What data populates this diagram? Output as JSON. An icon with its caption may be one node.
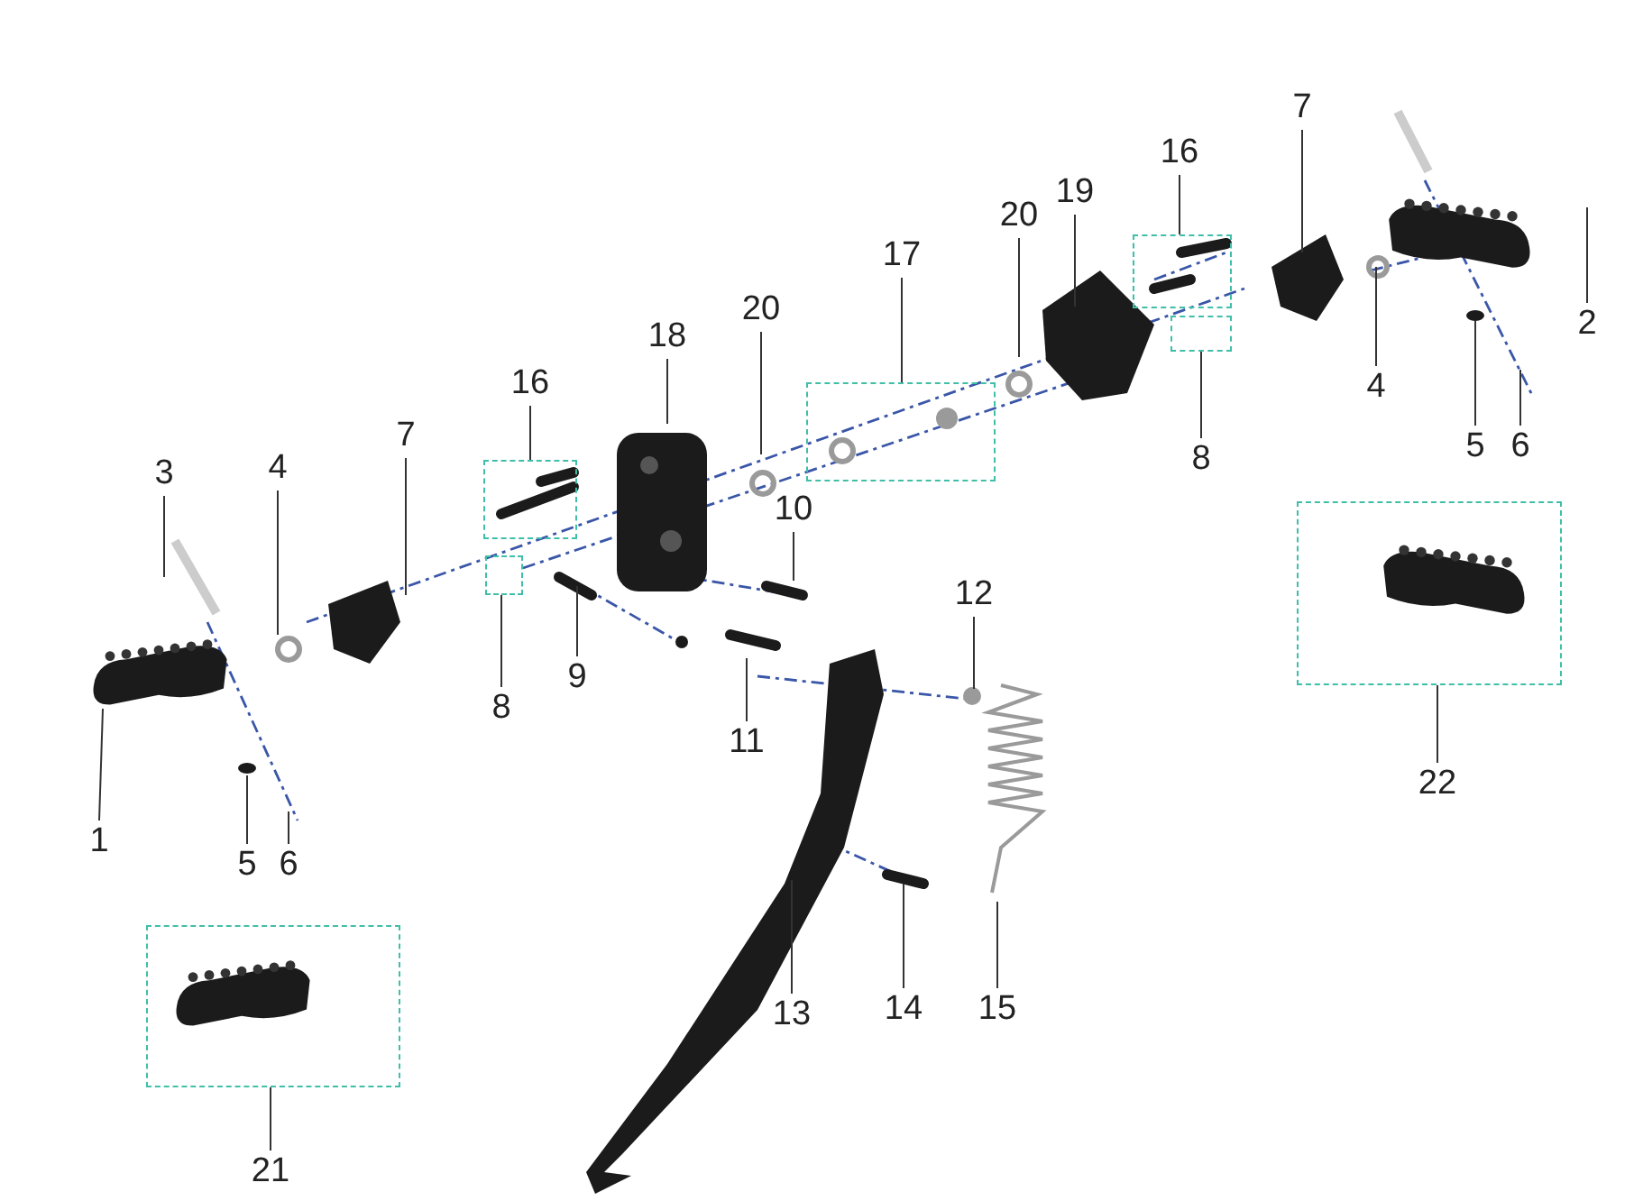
{
  "diagram": {
    "nodes": [
      {
        "text": [
          "7"
        ]
      },
      {
        "text": [
          "16"
        ]
      },
      {
        "text": [
          "19"
        ]
      },
      {
        "text": [
          "20"
        ]
      },
      {
        "text": [
          "17"
        ]
      },
      {
        "text": [
          "20"
        ]
      },
      {
        "text": [
          "2"
        ]
      },
      {
        "text": [
          "18"
        ]
      },
      {
        "text": [
          "16"
        ]
      },
      {
        "text": [
          "4"
        ]
      },
      {
        "text": [
          "7"
        ]
      },
      {
        "text": [
          "5"
        ]
      },
      {
        "text": [
          "6"
        ]
      },
      {
        "text": [
          "8"
        ]
      },
      {
        "text": [
          "3"
        ]
      },
      {
        "text": [
          "4"
        ]
      },
      {
        "text": [
          "10"
        ]
      },
      {
        "text": [
          "12"
        ]
      },
      {
        "text": [
          "9"
        ]
      },
      {
        "text": [
          "8"
        ]
      },
      {
        "text": [
          "11"
        ]
      },
      {
        "text": [
          "22"
        ]
      },
      {
        "text": [
          "1"
        ]
      },
      {
        "text": [
          "5"
        ]
      },
      {
        "text": [
          "6"
        ]
      },
      {
        "text": [
          "14"
        ]
      },
      {
        "text": [
          "13"
        ]
      },
      {
        "text": [
          "15"
        ]
      },
      {
        "text": [
          "21"
        ]
      },
      {
        "text": [],
        "shape": "box"
      },
      {
        "text": [],
        "shape": "box"
      },
      {
        "text": [],
        "shape": "box"
      },
      {
        "text": [],
        "shape": "box"
      },
      {
        "text": [],
        "shape": "box"
      },
      {
        "text": [],
        "shape": "box"
      },
      {
        "text": [],
        "shape": "box"
      }
    ],
    "edges": [
      {
        "from": 0,
        "to": null,
        "arrow": "none"
      },
      {
        "from": 1,
        "to": 29,
        "arrow": "none"
      },
      {
        "from": 2,
        "to": null,
        "arrow": "none"
      },
      {
        "from": 3,
        "to": null,
        "arrow": "none"
      },
      {
        "from": 4,
        "to": 31,
        "arrow": "none"
      },
      {
        "from": 5,
        "to": null,
        "arrow": "none"
      },
      {
        "from": 6,
        "to": null,
        "arrow": "none"
      },
      {
        "from": 7,
        "to": null,
        "arrow": "none"
      },
      {
        "from": 8,
        "to": 32,
        "arrow": "none"
      },
      {
        "from": 9,
        "to": null,
        "arrow": "none"
      },
      {
        "from": 10,
        "to": null,
        "arrow": "none"
      },
      {
        "from": 11,
        "to": null,
        "arrow": "none"
      },
      {
        "from": 12,
        "to": null,
        "arrow": "none"
      },
      {
        "from": 13,
        "to": 30,
        "arrow": "none"
      },
      {
        "from": 14,
        "to": null,
        "arrow": "none"
      },
      {
        "from": 15,
        "to": null,
        "arrow": "none"
      },
      {
        "from": 16,
        "to": null,
        "arrow": "none"
      },
      {
        "from": 17,
        "to": null,
        "arrow": "none"
      },
      {
        "from": 18,
        "to": null,
        "arrow": "none"
      },
      {
        "from": 19,
        "to": 33,
        "arrow": "none"
      },
      {
        "from": 20,
        "to": null,
        "arrow": "none"
      },
      {
        "from": 21,
        "to": 34,
        "arrow": "none"
      },
      {
        "from": 22,
        "to": null,
        "arrow": "none"
      },
      {
        "from": 23,
        "to": null,
        "arrow": "none"
      },
      {
        "from": 24,
        "to": null,
        "arrow": "none"
      },
      {
        "from": 25,
        "to": null,
        "arrow": "none"
      },
      {
        "from": 26,
        "to": null,
        "arrow": "none"
      },
      {
        "from": 27,
        "to": null,
        "arrow": "none"
      },
      {
        "from": 28,
        "to": 35,
        "arrow": "none"
      }
    ]
  }
}
